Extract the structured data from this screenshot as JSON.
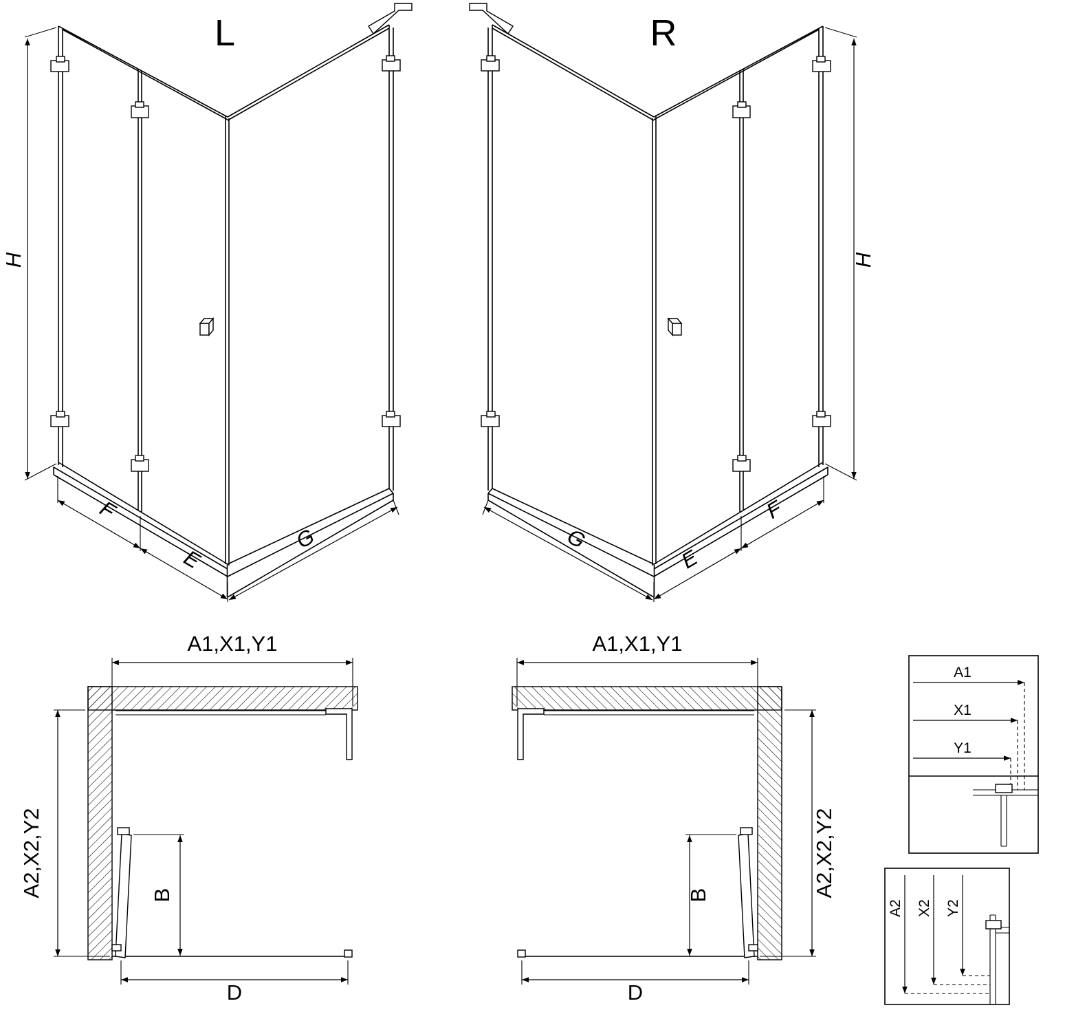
{
  "iso_left": {
    "variant_label": "L",
    "dim_h": "H",
    "dim_f": "F",
    "dim_e": "E",
    "dim_g": "G"
  },
  "iso_right": {
    "variant_label": "R",
    "dim_h": "H",
    "dim_f": "F",
    "dim_e": "E",
    "dim_g": "G"
  },
  "plan_left": {
    "dim_width_top": "A1,X1,Y1",
    "dim_height_side": "A2,X2,Y2",
    "dim_door": "B",
    "dim_bottom": "D"
  },
  "plan_right": {
    "dim_width_top": "A1,X1,Y1",
    "dim_height_side": "A2,X2,Y2",
    "dim_door": "B",
    "dim_bottom": "D"
  },
  "detail_horizontal": {
    "dim_1": "A1",
    "dim_2": "X1",
    "dim_3": "Y1"
  },
  "detail_vertical": {
    "dim_1": "A2",
    "dim_2": "X2",
    "dim_3": "Y2"
  }
}
